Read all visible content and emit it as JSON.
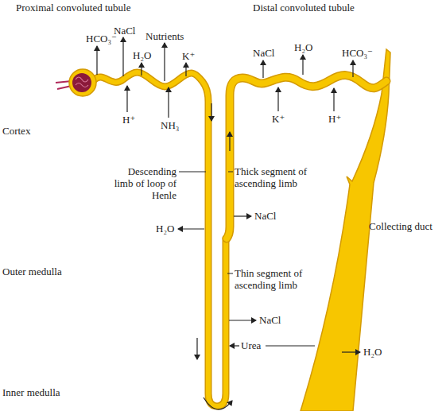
{
  "diagram": {
    "labels": [
      "Proximal convoluted tubule",
      "Distal convoluted tubule",
      "HCO₃⁻",
      "NaCl",
      "Nutrients",
      "H₂O",
      "K⁺",
      "H⁺",
      "NH₃",
      "NaCl",
      "H₂O",
      "HCO₃⁻",
      "K⁺",
      "H⁺",
      "Cortex",
      "Descending limb of loop of Henle",
      "Thick segment of ascending limb",
      "NaCl",
      "H₂O",
      "Collecting duct",
      "Outer medulla",
      "Thin segment of ascending limb",
      "NaCl",
      "Urea",
      "H₂O",
      "Inner medulla"
    ]
  }
}
